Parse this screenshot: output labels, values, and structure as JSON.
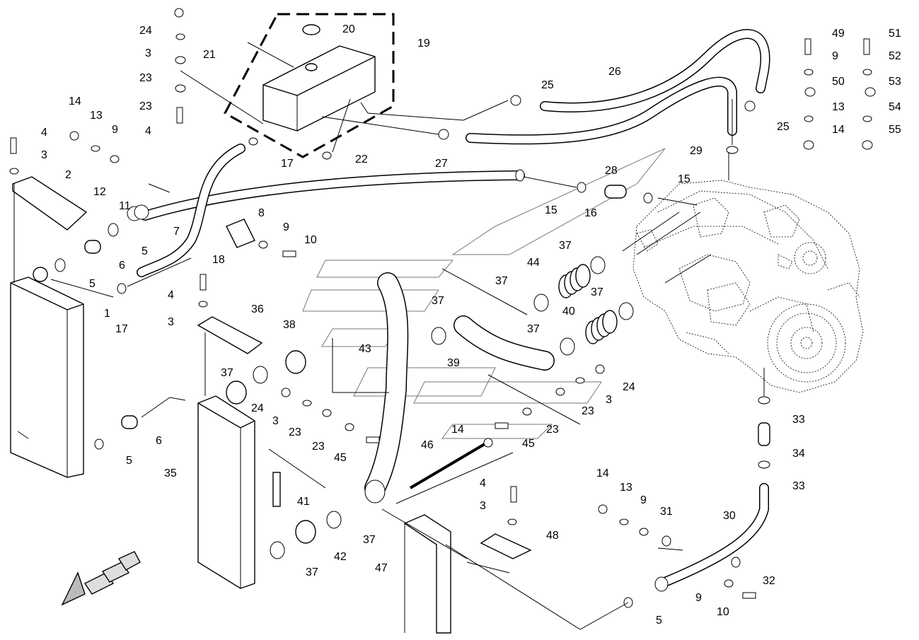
{
  "callouts": [
    {
      "id": "c24a",
      "text": "24"
    },
    {
      "id": "c3a",
      "text": "3"
    },
    {
      "id": "c23a",
      "text": "23"
    },
    {
      "id": "c23b",
      "text": "23"
    },
    {
      "id": "c4a",
      "text": "4"
    },
    {
      "id": "c21",
      "text": "21"
    },
    {
      "id": "c20",
      "text": "20"
    },
    {
      "id": "c19",
      "text": "19"
    },
    {
      "id": "c22",
      "text": "22"
    },
    {
      "id": "c17a",
      "text": "17"
    },
    {
      "id": "c14a",
      "text": "14"
    },
    {
      "id": "c13a",
      "text": "13"
    },
    {
      "id": "c9a",
      "text": "9"
    },
    {
      "id": "c4b",
      "text": "4"
    },
    {
      "id": "c3b",
      "text": "3"
    },
    {
      "id": "c2",
      "text": "2"
    },
    {
      "id": "c12",
      "text": "12"
    },
    {
      "id": "c11",
      "text": "11"
    },
    {
      "id": "c7",
      "text": "7"
    },
    {
      "id": "c5a",
      "text": "5"
    },
    {
      "id": "c6a",
      "text": "6"
    },
    {
      "id": "c5b",
      "text": "5"
    },
    {
      "id": "c1",
      "text": "1"
    },
    {
      "id": "c17b",
      "text": "17"
    },
    {
      "id": "c18",
      "text": "18"
    },
    {
      "id": "c8",
      "text": "8"
    },
    {
      "id": "c9b",
      "text": "9"
    },
    {
      "id": "c10a",
      "text": "10"
    },
    {
      "id": "c25a",
      "text": "25"
    },
    {
      "id": "c26",
      "text": "26"
    },
    {
      "id": "c27",
      "text": "27"
    },
    {
      "id": "c28",
      "text": "28"
    },
    {
      "id": "c25b",
      "text": "25"
    },
    {
      "id": "c29",
      "text": "29"
    },
    {
      "id": "c15a",
      "text": "15"
    },
    {
      "id": "c15b",
      "text": "15"
    },
    {
      "id": "c16",
      "text": "16"
    },
    {
      "id": "c49",
      "text": "49"
    },
    {
      "id": "c9c",
      "text": "9"
    },
    {
      "id": "c50",
      "text": "50"
    },
    {
      "id": "c13b",
      "text": "13"
    },
    {
      "id": "c14b",
      "text": "14"
    },
    {
      "id": "c51",
      "text": "51"
    },
    {
      "id": "c52",
      "text": "52"
    },
    {
      "id": "c53",
      "text": "53"
    },
    {
      "id": "c54",
      "text": "54"
    },
    {
      "id": "c55",
      "text": "55"
    },
    {
      "id": "c37a",
      "text": "37"
    },
    {
      "id": "c44",
      "text": "44"
    },
    {
      "id": "c37b",
      "text": "37"
    },
    {
      "id": "c37c",
      "text": "37"
    },
    {
      "id": "c40",
      "text": "40"
    },
    {
      "id": "c37d",
      "text": "37"
    },
    {
      "id": "c37e",
      "text": "37"
    },
    {
      "id": "c39",
      "text": "39"
    },
    {
      "id": "c43",
      "text": "43"
    },
    {
      "id": "c4c",
      "text": "4"
    },
    {
      "id": "c3c",
      "text": "3"
    },
    {
      "id": "c36",
      "text": "36"
    },
    {
      "id": "c38",
      "text": "38"
    },
    {
      "id": "c37f",
      "text": "37"
    },
    {
      "id": "c24b",
      "text": "24"
    },
    {
      "id": "c3d",
      "text": "3"
    },
    {
      "id": "c23c",
      "text": "23"
    },
    {
      "id": "c23d",
      "text": "23"
    },
    {
      "id": "c45a",
      "text": "45"
    },
    {
      "id": "c24c",
      "text": "24"
    },
    {
      "id": "c3e",
      "text": "3"
    },
    {
      "id": "c23e",
      "text": "23"
    },
    {
      "id": "c23f",
      "text": "23"
    },
    {
      "id": "c45b",
      "text": "45"
    },
    {
      "id": "c14c",
      "text": "14"
    },
    {
      "id": "c46",
      "text": "46"
    },
    {
      "id": "c6b",
      "text": "6"
    },
    {
      "id": "c5c",
      "text": "5"
    },
    {
      "id": "c35",
      "text": "35"
    },
    {
      "id": "c41",
      "text": "41"
    },
    {
      "id": "c42",
      "text": "42"
    },
    {
      "id": "c37g",
      "text": "37"
    },
    {
      "id": "c37h",
      "text": "37"
    },
    {
      "id": "c4d",
      "text": "4"
    },
    {
      "id": "c3f",
      "text": "3"
    },
    {
      "id": "c48",
      "text": "48"
    },
    {
      "id": "c47",
      "text": "47"
    },
    {
      "id": "c33a",
      "text": "33"
    },
    {
      "id": "c34",
      "text": "34"
    },
    {
      "id": "c33b",
      "text": "33"
    },
    {
      "id": "c14d",
      "text": "14"
    },
    {
      "id": "c13c",
      "text": "13"
    },
    {
      "id": "c9d",
      "text": "9"
    },
    {
      "id": "c31",
      "text": "31"
    },
    {
      "id": "c30",
      "text": "30"
    },
    {
      "id": "c32",
      "text": "32"
    },
    {
      "id": "c9e",
      "text": "9"
    },
    {
      "id": "c10b",
      "text": "10"
    },
    {
      "id": "c5d",
      "text": "5"
    }
  ]
}
